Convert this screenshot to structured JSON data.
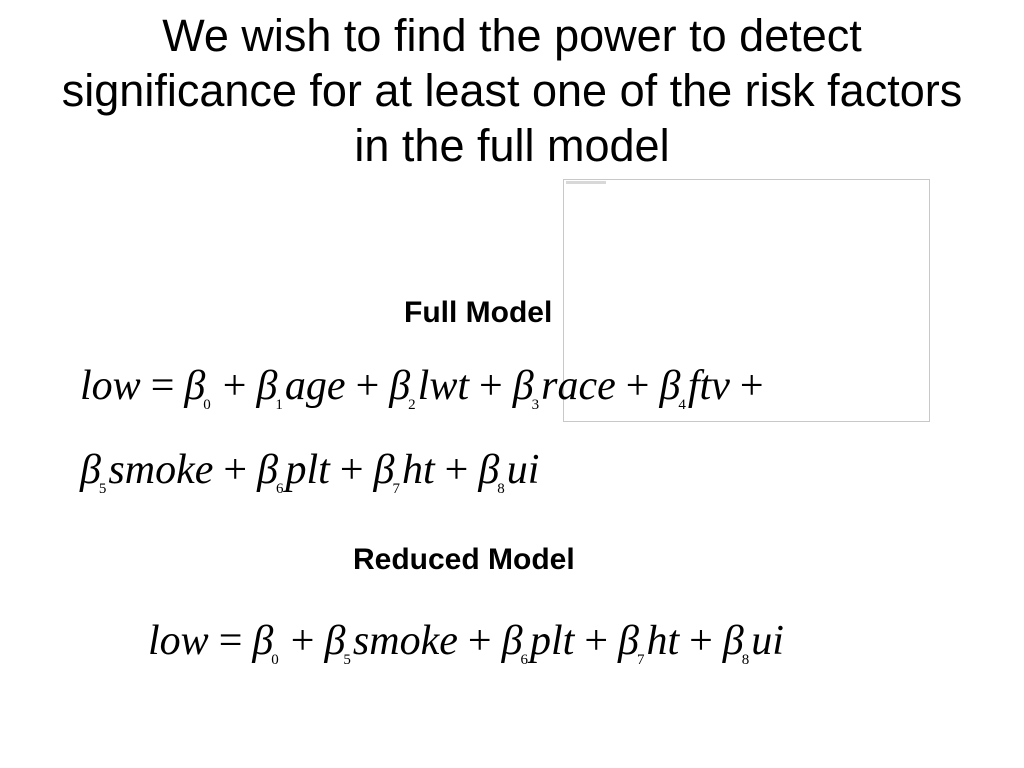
{
  "slide": {
    "title": "We wish to find the power to detect significance for at least one of the risk factors in the full model"
  },
  "full_model": {
    "label": "Full Model",
    "line1": {
      "lhs": "low",
      "eq": "=",
      "plus": "+",
      "beta": "β",
      "sub0": "0",
      "sub1": "1",
      "sub2": "2",
      "sub3": "3",
      "sub4": "4",
      "v1": "age",
      "v2": "lwt",
      "v3": "race",
      "v4": "ftv"
    },
    "line2": {
      "beta": "β",
      "plus": "+",
      "sub5": "5",
      "sub6": "6",
      "sub7": "7",
      "sub8": "8",
      "v5": "smoke",
      "v6": "plt",
      "v7": "ht",
      "v8": "ui"
    }
  },
  "reduced_model": {
    "label": "Reduced Model",
    "eq": {
      "lhs": "low",
      "eq": "=",
      "plus": "+",
      "beta": "β",
      "sub0": "0",
      "sub5": "5",
      "sub6": "6",
      "sub7": "7",
      "sub8": "8",
      "v5": "smoke",
      "v6": "plt",
      "v7": "ht",
      "v8": "ui"
    }
  }
}
